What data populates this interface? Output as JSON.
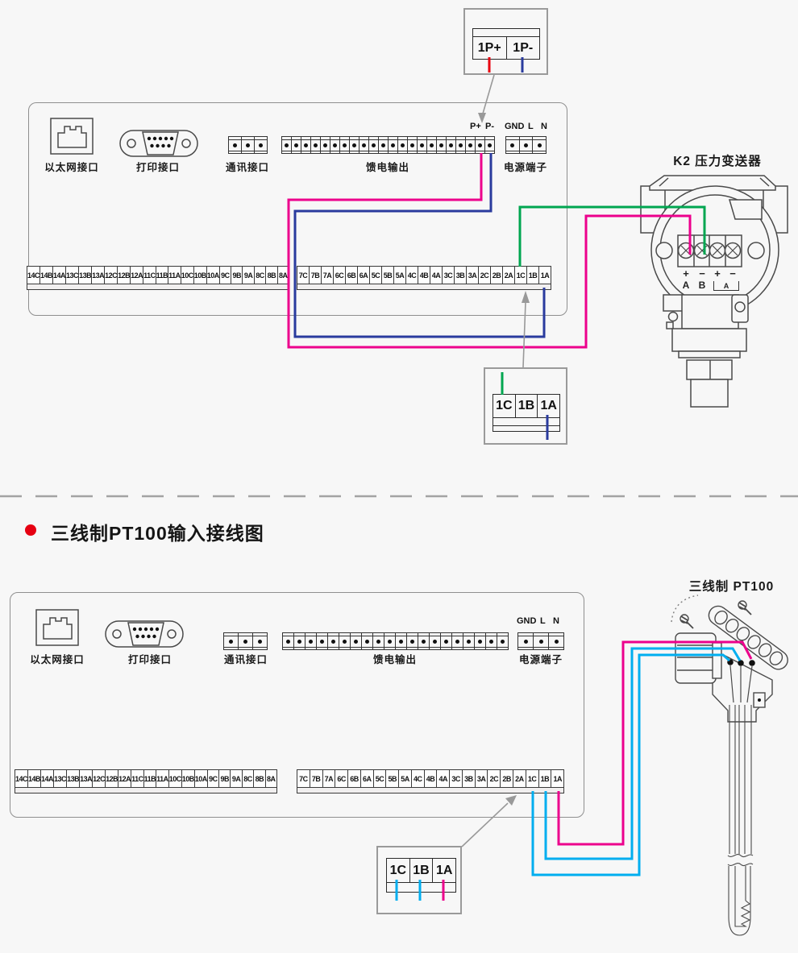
{
  "colors": {
    "magenta": "#ec008c",
    "navy_blue": "#2a3b9e",
    "green": "#00a650",
    "cyan": "#00aeef",
    "red": "#e8000f",
    "callout_gray": "#999999",
    "accent_red": "#e60012"
  },
  "top_inset": {
    "cells": [
      "1P+",
      "1P-"
    ]
  },
  "panel1": {
    "ethernet_label": "以太网接口",
    "printer_label": "打印接口",
    "comm_label": "通讯接口",
    "feed_label": "馈电输出",
    "power_label": "电源端子",
    "pins": {
      "p_plus": "P+",
      "p_minus": "P-",
      "gnd": "GND",
      "line": "L",
      "neutral": "N"
    },
    "feed_cells": 22,
    "strip_left": [
      "14C",
      "14B",
      "14A",
      "13C",
      "13B",
      "13A",
      "12C",
      "12B",
      "12A",
      "11C",
      "11B",
      "11A",
      "10C",
      "10B",
      "10A",
      "9C",
      "9B",
      "9A",
      "8C",
      "8B",
      "8A"
    ],
    "strip_right": [
      "7C",
      "7B",
      "7A",
      "6C",
      "6B",
      "6A",
      "5C",
      "5B",
      "5A",
      "4C",
      "4B",
      "4A",
      "3C",
      "3B",
      "3A",
      "2C",
      "2B",
      "2A",
      "1C",
      "1B",
      "1A"
    ]
  },
  "transmitter": {
    "title": "K2  压力变送器",
    "signs": [
      "+",
      "−",
      "+",
      "−"
    ],
    "letters": [
      "A",
      "B"
    ],
    "meter_label": "A"
  },
  "mid_inset": {
    "cells": [
      "1C",
      "1B",
      "1A"
    ]
  },
  "section2": {
    "title": "三线制PT100输入接线图"
  },
  "panel2": {
    "ethernet_label": "以太网接口",
    "printer_label": "打印接口",
    "comm_label": "通讯接口",
    "feed_label": "馈电输出",
    "power_label": "电源端子",
    "pins": {
      "gnd": "GND",
      "line": "L",
      "neutral": "N"
    },
    "feed_cells": 20,
    "strip_left": [
      "14C",
      "14B",
      "14A",
      "13C",
      "13B",
      "13A",
      "12C",
      "12B",
      "12A",
      "11C",
      "11B",
      "11A",
      "10C",
      "10B",
      "10A",
      "9C",
      "9B",
      "9A",
      "8C",
      "8B",
      "8A"
    ],
    "strip_right": [
      "7C",
      "7B",
      "7A",
      "6C",
      "6B",
      "6A",
      "5C",
      "5B",
      "5A",
      "4C",
      "4B",
      "4A",
      "3C",
      "3B",
      "3A",
      "2C",
      "2B",
      "2A",
      "1C",
      "1B",
      "1A"
    ]
  },
  "pt100": {
    "title": "三线制  PT100"
  },
  "bottom_inset": {
    "cells": [
      "1C",
      "1B",
      "1A"
    ]
  }
}
